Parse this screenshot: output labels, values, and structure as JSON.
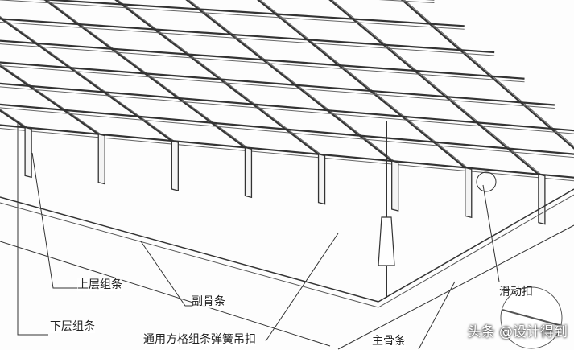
{
  "labels": {
    "upper_strip": "上层组条",
    "secondary_keel": "副骨条",
    "lower_strip": "下层组条",
    "spring_hanger": "通用方格组条弹簧吊扣",
    "main_keel": "主骨条",
    "sliding_clip": "滑动扣"
  },
  "watermark": "头条 @设计得到"
}
